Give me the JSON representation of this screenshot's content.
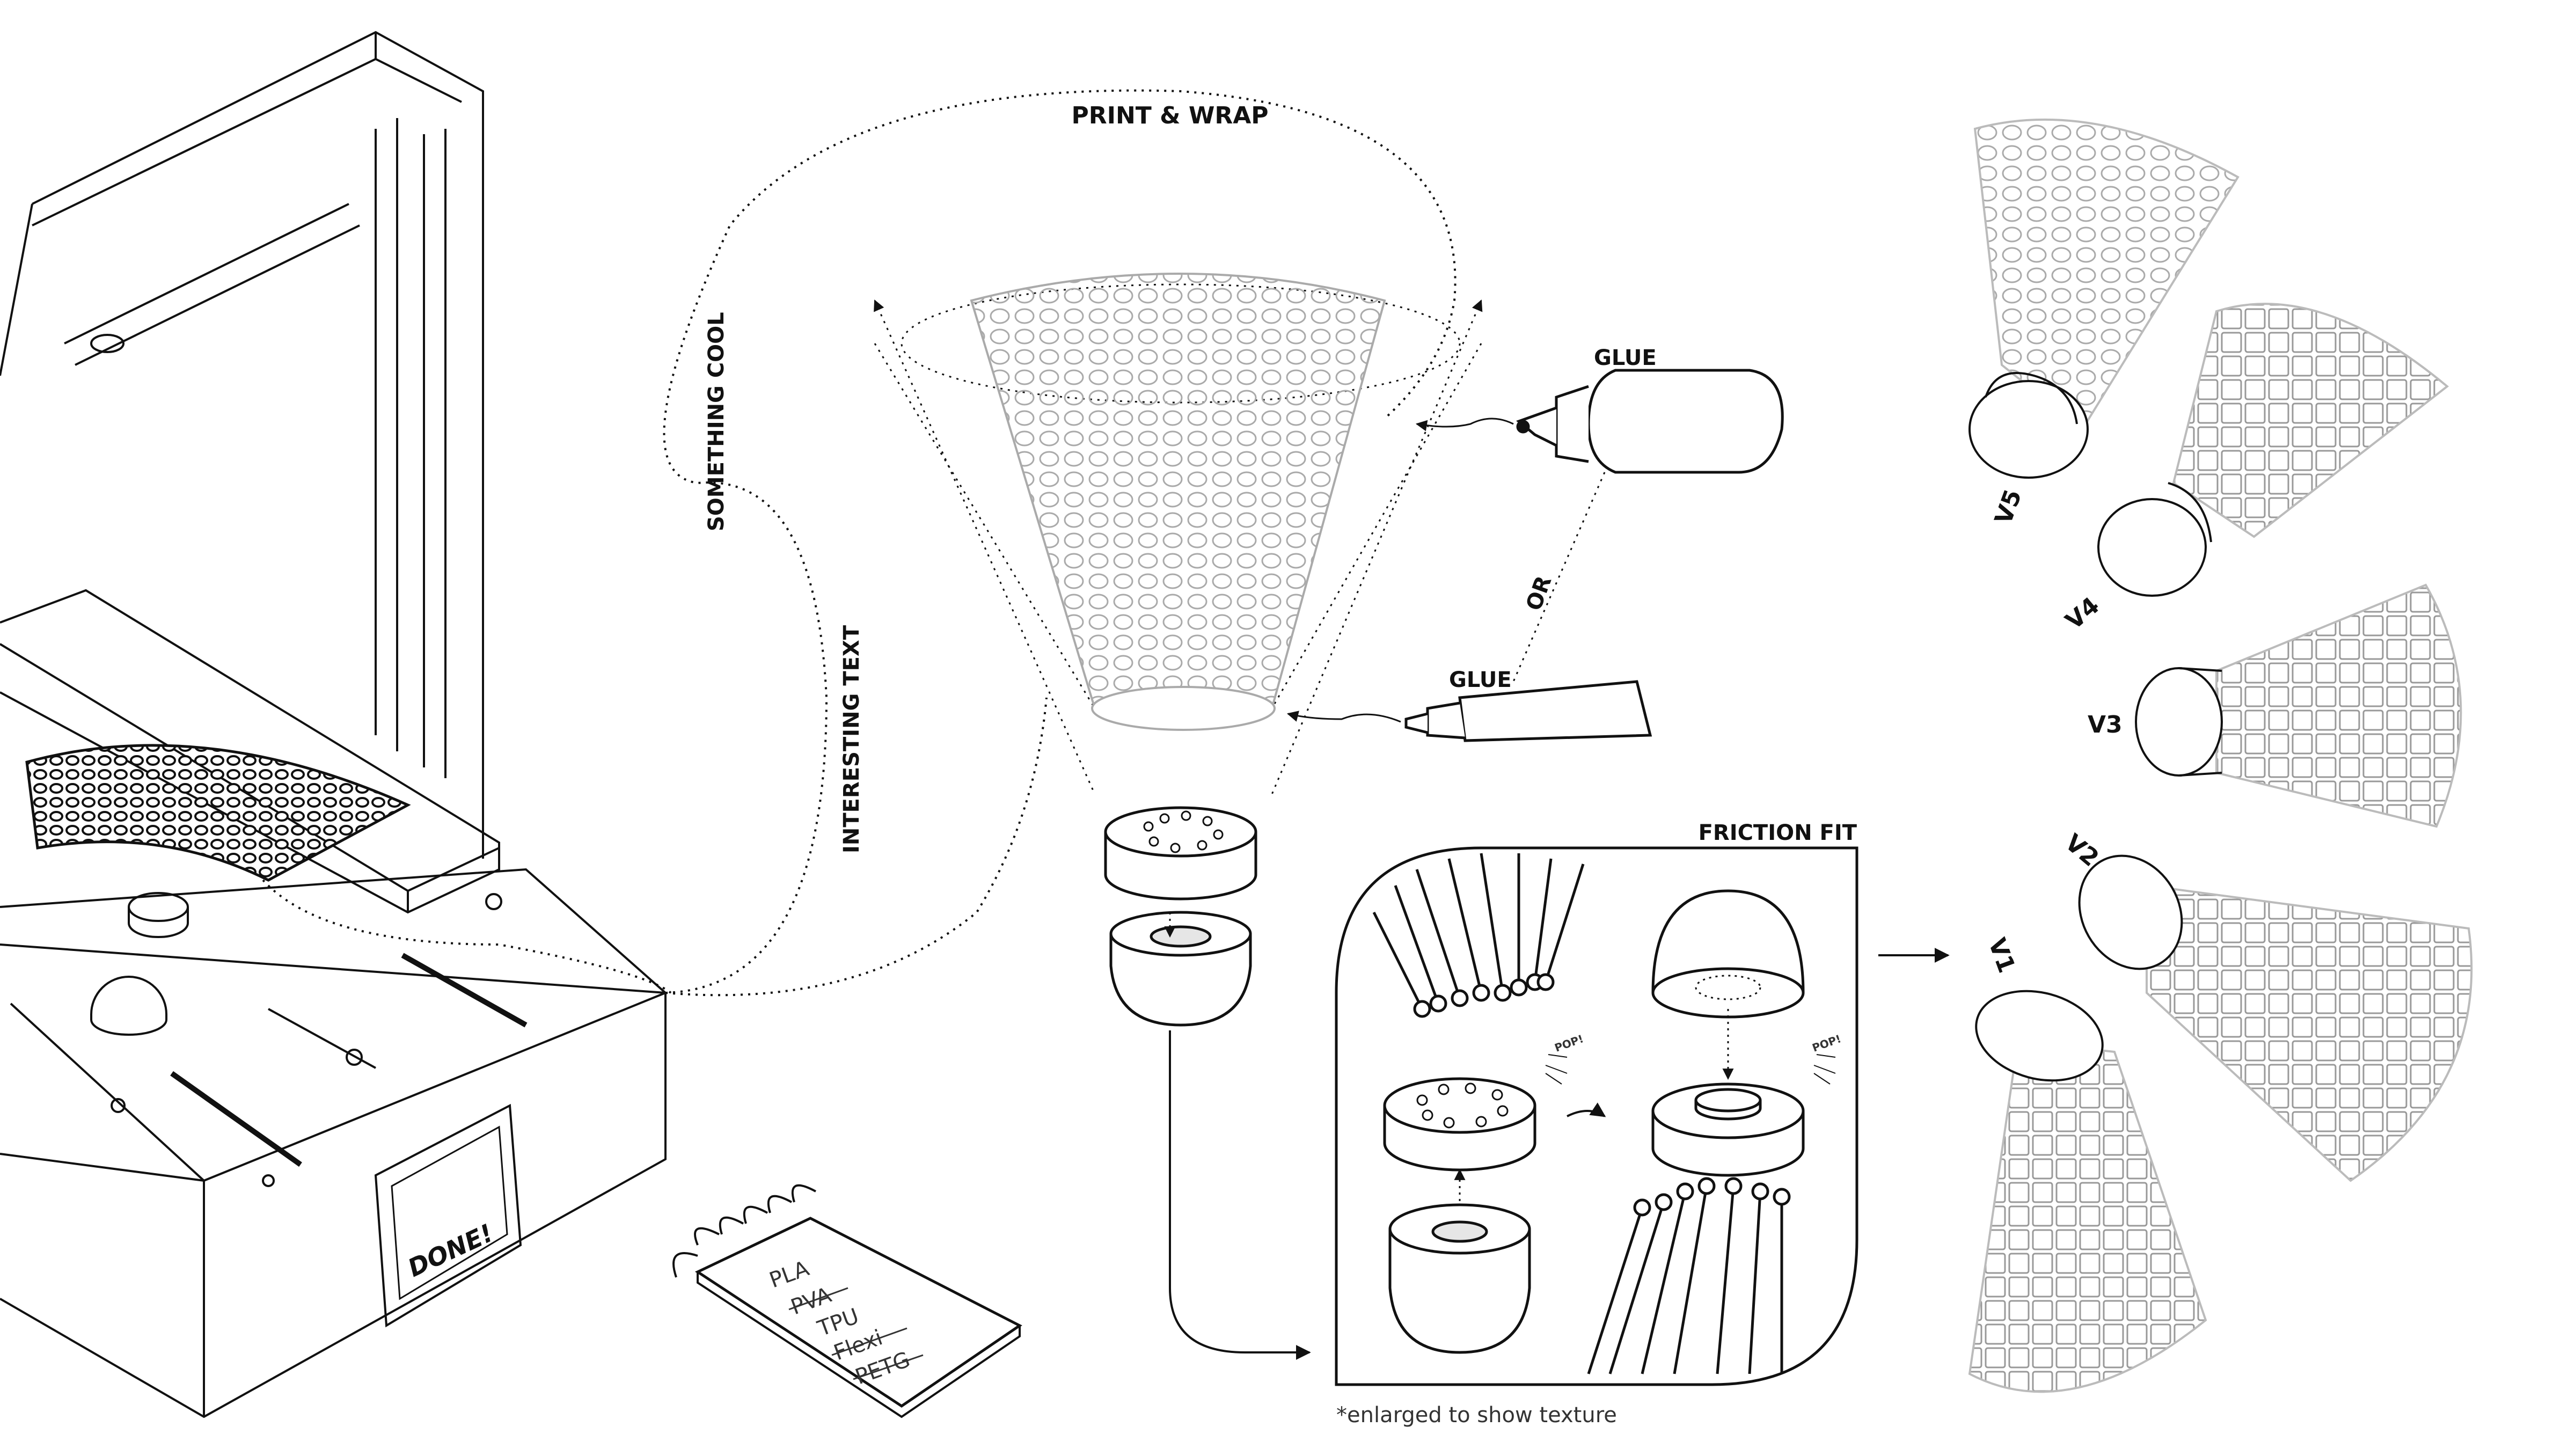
{
  "labels": {
    "print_wrap": "PRINT & WRAP",
    "something_cool": "SOMETHING COOL",
    "interesting_text": "INTERESTING TEXT",
    "glue_bottle": "GLUE",
    "glue_tube": "GLUE",
    "or": "OR",
    "friction_fit": "FRICTION FIT",
    "pop_left": "POP!",
    "pop_right": "POP!",
    "footnote": "*enlarged to show texture",
    "printer_screen": "DONE!"
  },
  "notepad": {
    "lines": [
      "PLA",
      "PVA",
      "TPU",
      "Flexi",
      "PETG"
    ],
    "struck": [
      false,
      true,
      false,
      true,
      true
    ]
  },
  "versions": [
    "V5",
    "V4",
    "V3",
    "V2",
    "V1"
  ],
  "colors": {
    "ink": "#111111",
    "light_ink": "#9a9a9a",
    "shade": "#e6e6e6",
    "background": "#ffffff"
  }
}
